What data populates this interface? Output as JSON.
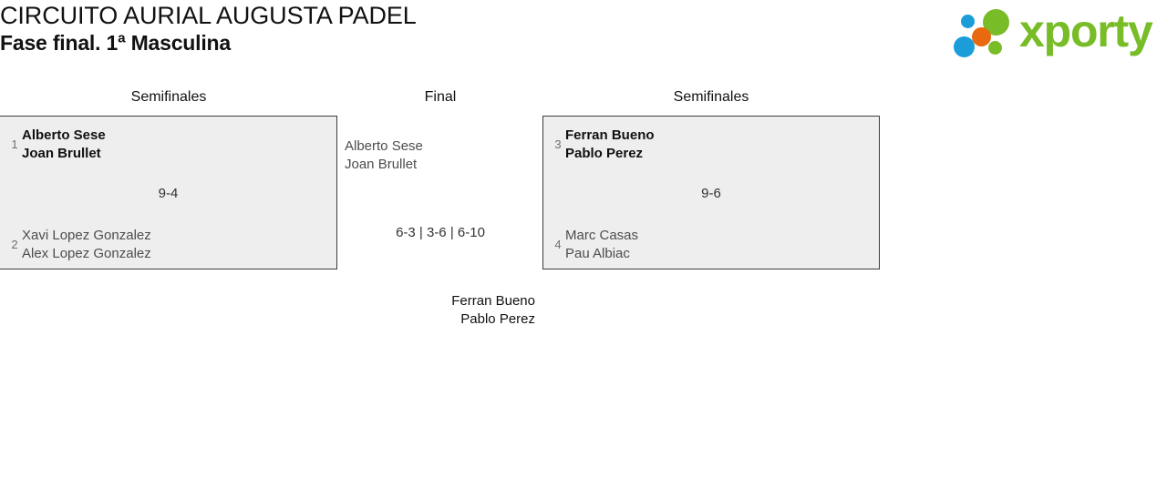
{
  "header": {
    "title_line1": "CIRCUITO AURIAL AUGUSTA PADEL",
    "title_line2": "Fase final. 1ª Masculina",
    "logo_text": "xporty",
    "logo_colors": {
      "blue": "#1b9dd9",
      "orange": "#e8690f",
      "green": "#78bc28"
    }
  },
  "rounds": {
    "left_title": "Semifinales",
    "final_title": "Final",
    "right_title": "Semifinales"
  },
  "bracket": {
    "semifinal_left": {
      "score": "9-4",
      "top": {
        "seed": "1",
        "player1": "Alberto Sese",
        "player2": "Joan Brullet",
        "result": "winner"
      },
      "bottom": {
        "seed": "2",
        "player1": "Xavi Lopez Gonzalez",
        "player2": "Alex Lopez Gonzalez",
        "result": "loser"
      }
    },
    "semifinal_right": {
      "score": "9-6",
      "top": {
        "seed": "3",
        "player1": "Ferran Bueno",
        "player2": "Pablo Perez",
        "result": "winner"
      },
      "bottom": {
        "seed": "4",
        "player1": "Marc Casas",
        "player2": "Pau Albiac",
        "result": "loser"
      }
    },
    "final": {
      "score": "6-3 | 3-6 | 6-10",
      "top": {
        "player1": "Alberto Sese",
        "player2": "Joan Brullet",
        "result": "loser"
      },
      "bottom": {
        "player1": "Ferran Bueno",
        "player2": "Pablo Perez",
        "result": "winner"
      }
    }
  }
}
